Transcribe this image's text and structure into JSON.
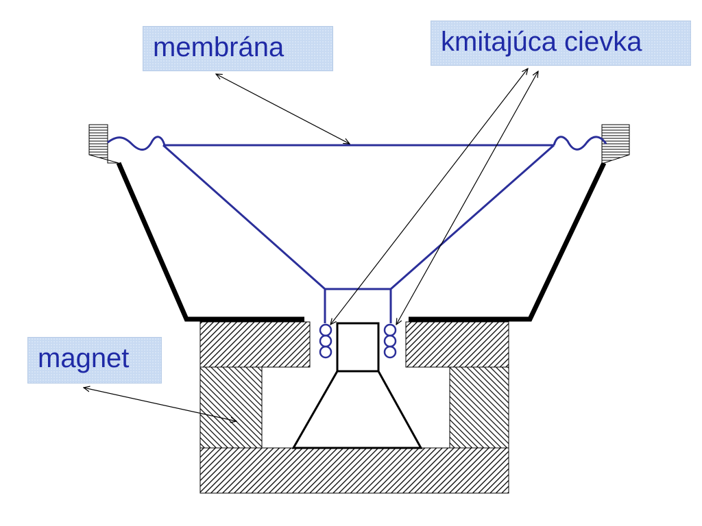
{
  "labels": {
    "membrane": "membrána",
    "voice_coil": "kmitajúca cievka",
    "magnet": "magnet"
  },
  "colors": {
    "label_background": "#c8daf2",
    "label_text": "#1f2aa6",
    "membrane_line": "#2b2f9a",
    "frame_line": "#000000"
  }
}
